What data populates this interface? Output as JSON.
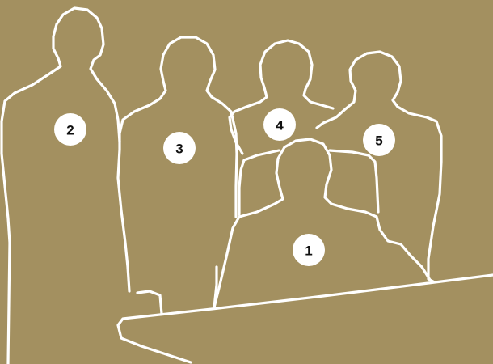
{
  "background_color": "#a39060",
  "outline_color": "#ffffff",
  "badge_fill": "#ffffff",
  "badge_text_color": "#111111",
  "people": [
    {
      "id": "person-2",
      "label": "2"
    },
    {
      "id": "person-3",
      "label": "3"
    },
    {
      "id": "person-4",
      "label": "4"
    },
    {
      "id": "person-5",
      "label": "5"
    },
    {
      "id": "person-1",
      "label": "1"
    }
  ]
}
